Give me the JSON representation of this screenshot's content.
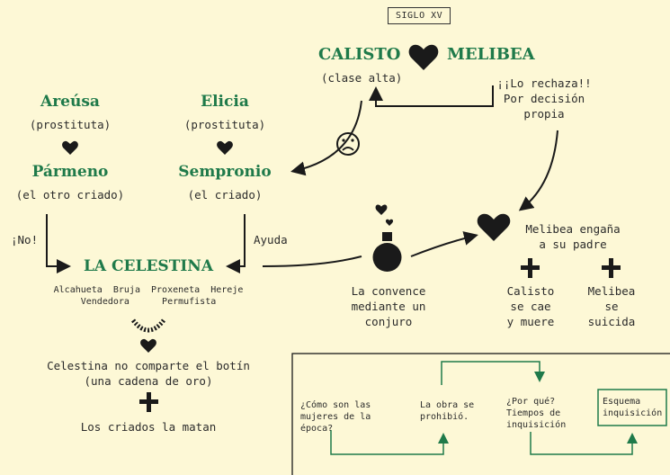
{
  "siglo": "SIGLO XV",
  "top": {
    "calisto": "CALISTO",
    "melibea": "MELIBEA",
    "clase": "(clase alta)",
    "rechazo": "¡¡Lo rechaza!!\nPor decisión\npropia"
  },
  "left": {
    "areusa": "Areúsa",
    "areusa_role": "(prostituta)",
    "parmeno": "Pármeno",
    "parmeno_role": "(el otro criado)",
    "elicia": "Elicia",
    "elicia_role": "(prostituta)",
    "sempronio": "Sempronio",
    "sempronio_role": "(el criado)",
    "no": "¡No!",
    "ayuda": "Ayuda"
  },
  "celestina": {
    "name": "LA CELESTINA",
    "roles_line1": "Alcahueta  Bruja  Proxeneta  Hereje",
    "roles_line2": "Vendedora      Permufista",
    "botin": "Celestina no comparte el botín\n(una cadena de oro)",
    "matan": "Los criados la matan",
    "convence": "La convence\nmediante un\nconjuro"
  },
  "right": {
    "engana": "Melibea engaña\na su padre",
    "calisto_muere": "Calisto\nse cae\ny muere",
    "melibea_suicida": "Melibea\nse\nsuicida"
  },
  "inquisicion": {
    "q1": "¿Cómo son las\nmujeres de la\népoca?",
    "q2": "La obra se\nprohibió.",
    "q3": "¿Por qué?\nTiempos de\ninquisición",
    "q4": "Esquema\ninquisición"
  },
  "colors": {
    "background": "#fdf8d6",
    "green": "#1f7a4a",
    "ink": "#1a1a1a"
  }
}
